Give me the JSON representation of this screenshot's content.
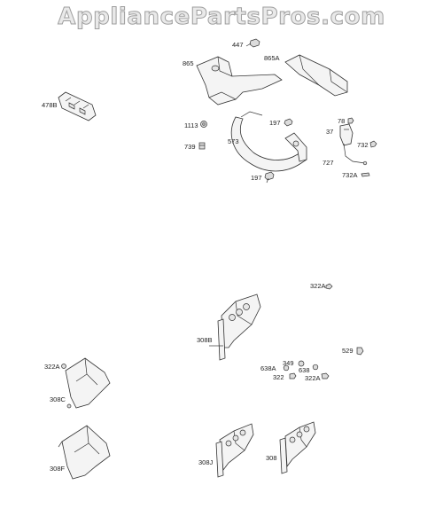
{
  "site": {
    "title": "AppliancePartsPros.com"
  },
  "labels": {
    "p447": "447",
    "p865": "865",
    "p865A": "865A",
    "p478B": "478B",
    "p1113": "1113",
    "p197a": "197",
    "p78": "78",
    "p37": "37",
    "p739": "739",
    "p573": "573",
    "p732": "732",
    "p727": "727",
    "p197b": "197",
    "p732A": "732A",
    "p322Atop": "322A",
    "p308B": "308B",
    "p529": "529",
    "p349": "349",
    "p638A": "638A",
    "p638": "638",
    "p322": "322",
    "p322Amid": "322A",
    "p322Aleft": "322A",
    "p308C": "308C",
    "p308F": "308F",
    "p308J": "308J",
    "p308": "308"
  }
}
